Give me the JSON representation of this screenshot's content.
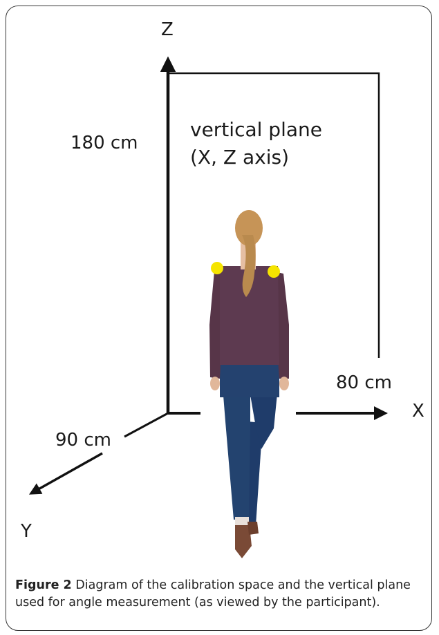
{
  "axes": {
    "z": "Z",
    "x": "X",
    "y": "Y"
  },
  "dimensions": {
    "height": "180 cm",
    "width": "80 cm",
    "depth": "90 cm"
  },
  "plane_label": {
    "line1": "vertical plane",
    "line2": "(X, Z axis)"
  },
  "caption": {
    "label": "Figure 2",
    "text": "Diagram of the calibration space and the vertical plane used for angle measurement (as viewed by the participant)."
  },
  "colors": {
    "marker": "#f5e400",
    "shirt": "#5d3a50",
    "jeans": "#1f3c6a",
    "hair": "#b98a4e",
    "skin": "#e6bfa3"
  },
  "icons": {
    "figure": "walking-person",
    "markers": "shoulder-markers"
  }
}
